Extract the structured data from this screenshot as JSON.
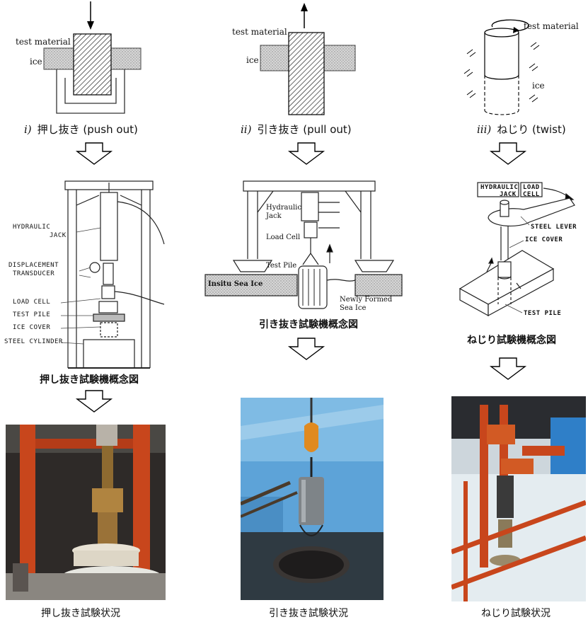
{
  "columns": [
    {
      "roman": "i)",
      "label": "押し抜き (push out)",
      "sketch_labels": {
        "material": "test material",
        "ice": "ice"
      },
      "machine_labels": [
        "HYDRAULIC",
        "JACK",
        "DISPLACEMENT",
        "TRANSDUCER",
        "LOAD CELL",
        "TEST PILE",
        "ICE COVER",
        "STEEL CYLINDER"
      ],
      "machine_caption": "押し抜き試験機概念図",
      "photo_caption": "押し抜き試験状況"
    },
    {
      "roman": "ii)",
      "label": "引き抜き (pull out)",
      "sketch_labels": {
        "material": "test material",
        "ice": "ice"
      },
      "machine_labels": [
        "Hydraulic",
        "Jack",
        "Load Cell",
        "Test Pile",
        "Insitu Sea Ice",
        "Newly Formed",
        "Sea Ice"
      ],
      "machine_caption": "引き抜き試験機概念図",
      "photo_caption": "引き抜き試験状況"
    },
    {
      "roman": "iii)",
      "label": "ねじり (twist)",
      "sketch_labels": {
        "material": "test material",
        "ice": "ice"
      },
      "machine_labels": [
        "HYDRAULIC",
        "JACK",
        "LOAD",
        "CELL",
        "STEEL LEVER",
        "ICE COVER",
        "TEST PILE"
      ],
      "machine_caption": "ねじり試験機概念図",
      "photo_caption": "ねじり試験状況"
    }
  ],
  "colors": {
    "pipe_orange": "#c8461c",
    "ice_grey": "#c9c9c9",
    "sky_blue": "#5da3d8"
  }
}
